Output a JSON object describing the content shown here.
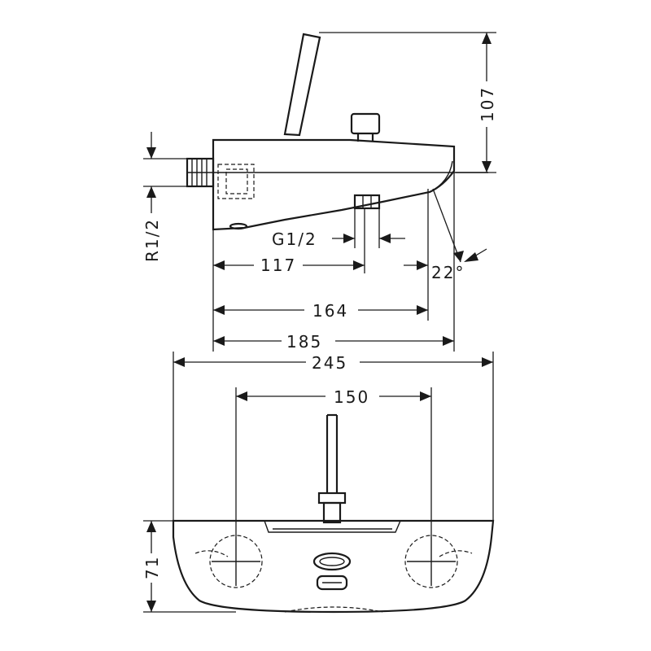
{
  "side_view": {
    "height_label": "107",
    "connection_label": "R1/2",
    "spout_thread_label": "G1/2",
    "angle_label": "22°",
    "dim_117": "117",
    "dim_164": "164",
    "dim_185": "185"
  },
  "front_view": {
    "width_label": "245",
    "centers_label": "150",
    "depth_label": "71"
  }
}
